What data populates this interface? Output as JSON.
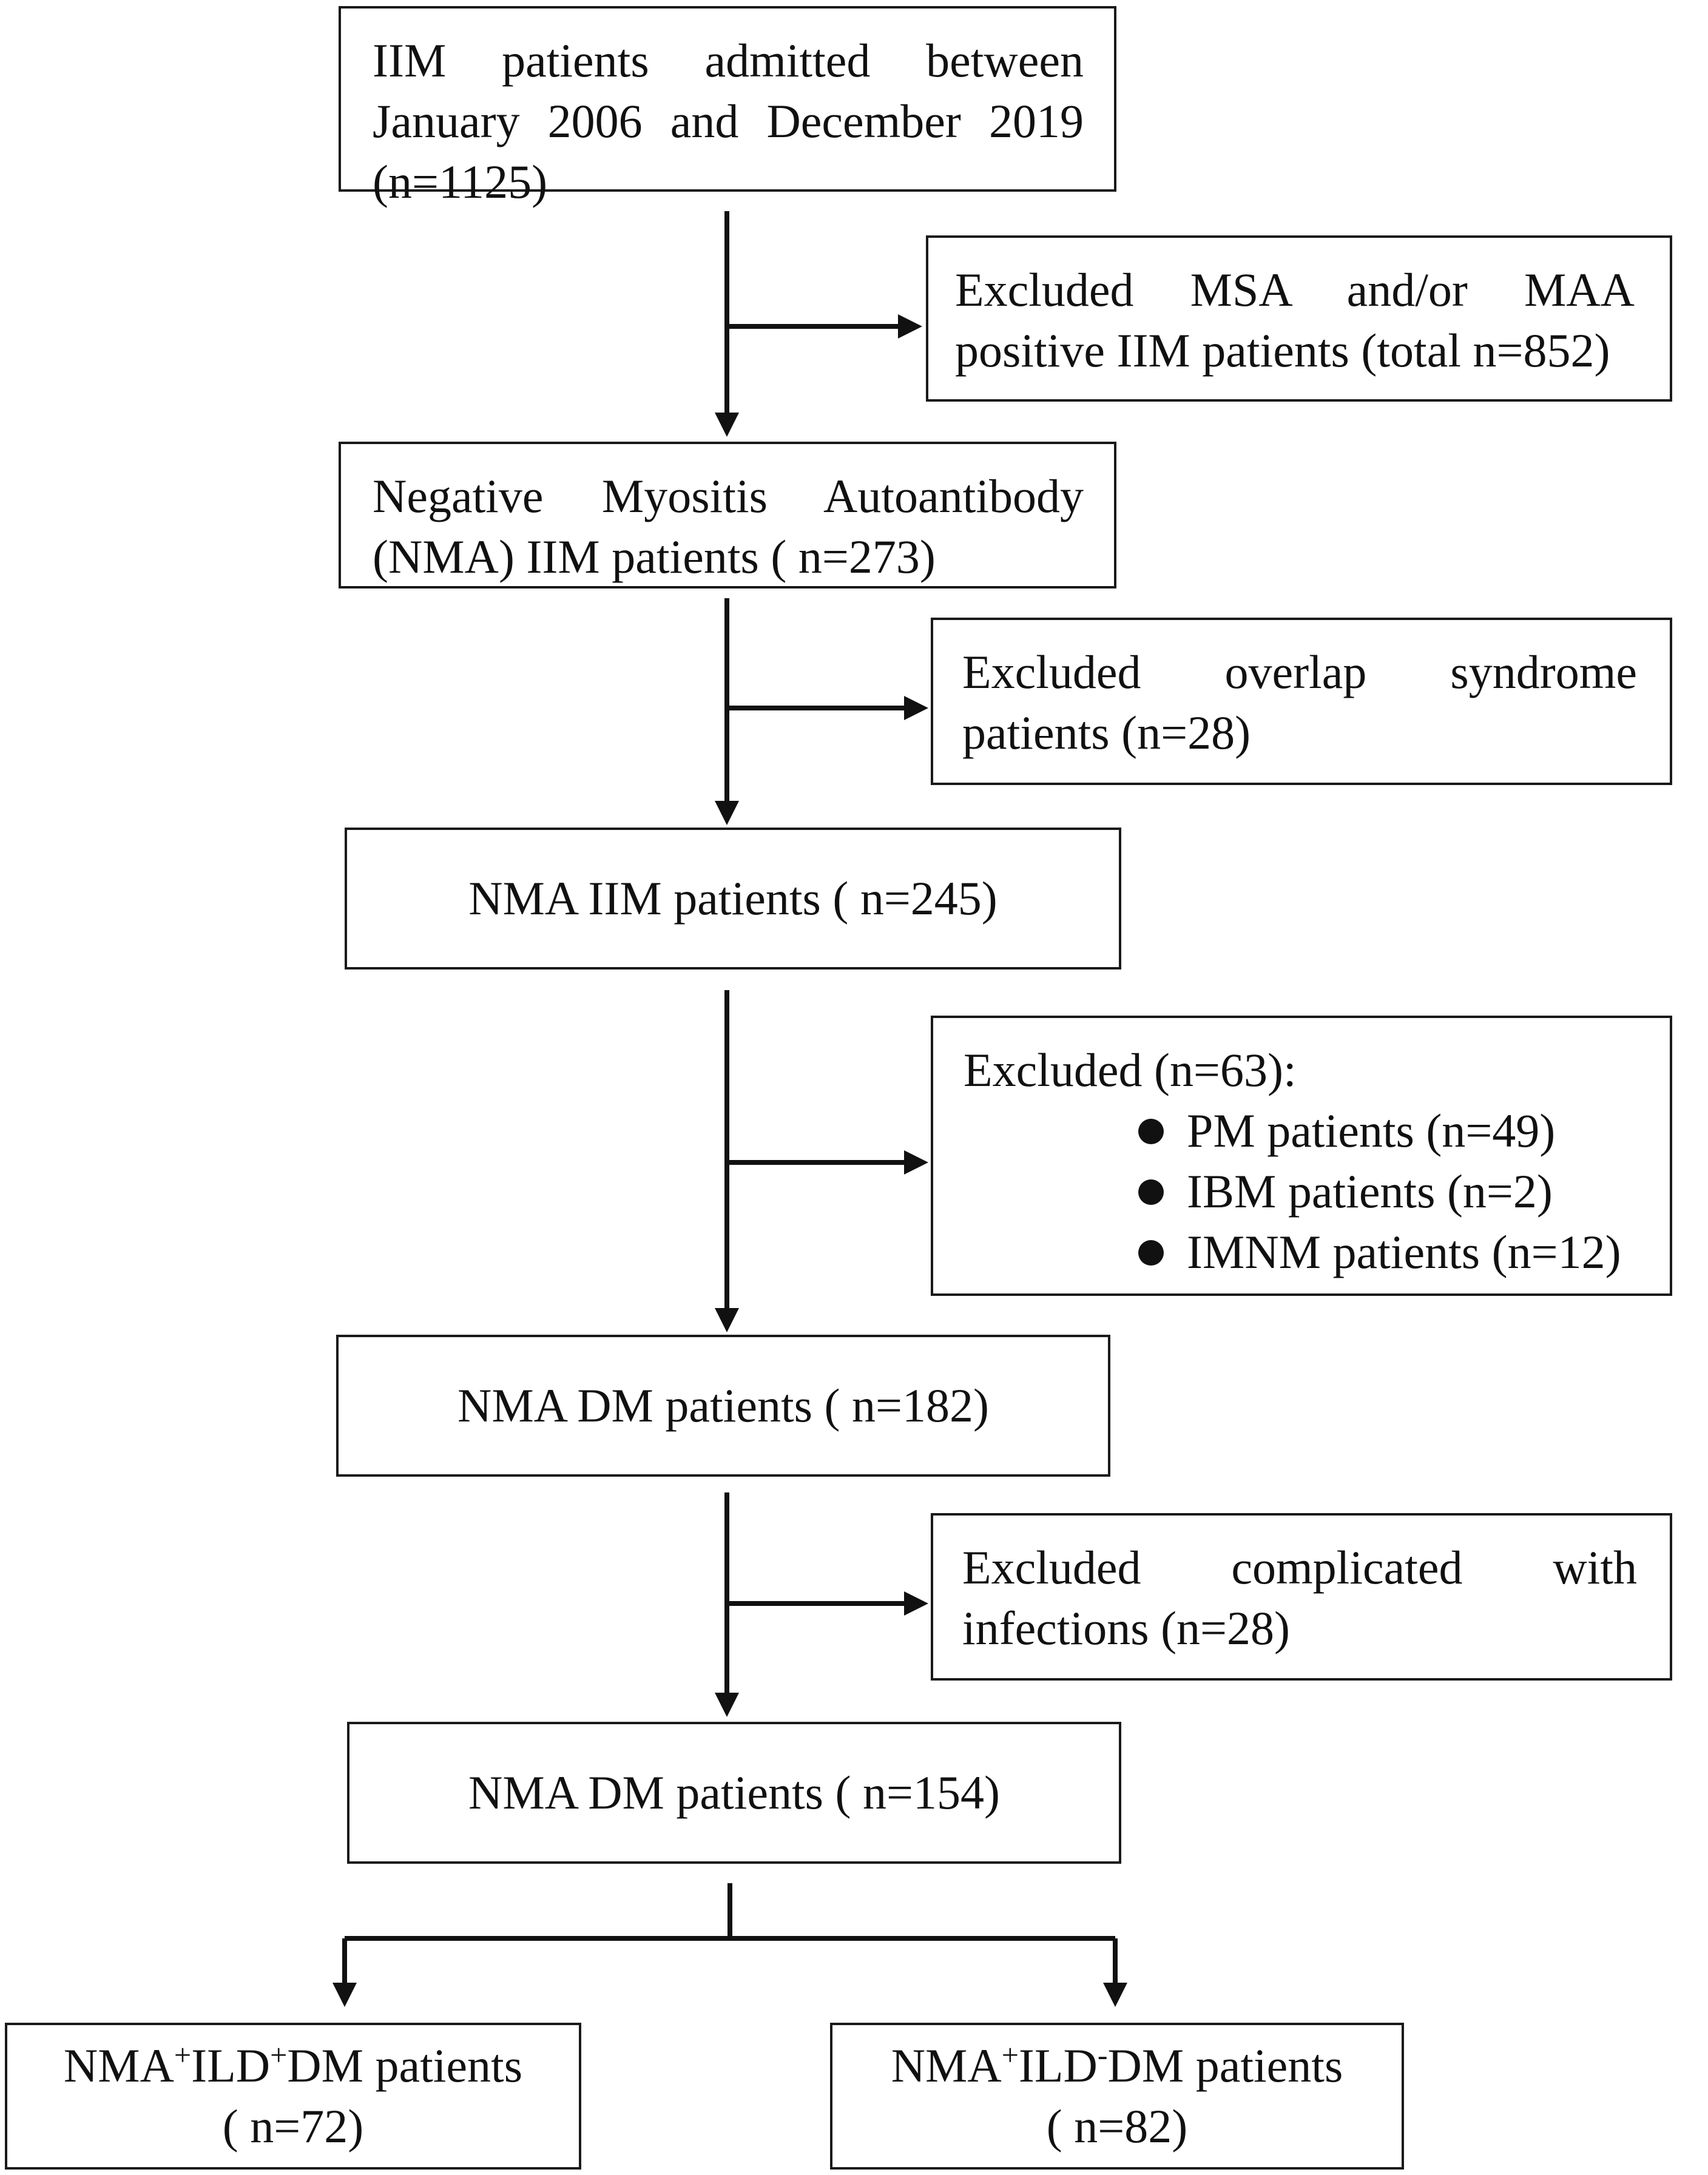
{
  "boxes": {
    "b1": "IIM patients admitted between January 2006 and December 2019 (n=1125)",
    "x1": "Excluded MSA and/or MAA positive IIM patients (total n=852)",
    "b2": "Negative Myositis Autoantibody (NMA) IIM patients ( n=273)",
    "x2": "Excluded overlap syndrome patients (n=28)",
    "b3": "NMA IIM patients ( n=245)",
    "x3": {
      "title": "Excluded (n=63):",
      "items": [
        "PM patients (n=49)",
        "IBM patients (n=2)",
        "IMNM patients (n=12)"
      ]
    },
    "b4": "NMA DM patients ( n=182)",
    "x4": "Excluded complicated with infections (n=28)",
    "b5": "NMA DM patients ( n=154)",
    "left": {
      "pre": "NMA",
      "sup1": "+",
      "mid": "ILD",
      "sup2": "+",
      "post": "DM patients",
      "n": "( n=72)"
    },
    "right": {
      "pre": "NMA",
      "sup1": "+",
      "mid": "ILD",
      "sup2": "-",
      "post": "DM patients",
      "n": "( n=82)"
    }
  }
}
